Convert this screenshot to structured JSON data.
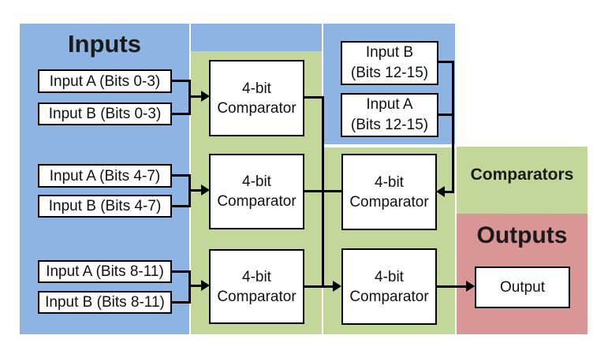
{
  "titles": {
    "inputs": "Inputs",
    "comparators": "Comparators",
    "outputs": "Outputs"
  },
  "colors": {
    "inputs_region": "#8DB4E2",
    "comparators_region": "#C4D79B",
    "outputs_region": "#D99694",
    "box_fill": "#FFFFFF",
    "line": "#000000"
  },
  "left_inputs": [
    {
      "label": "Input A (Bits 0-3)"
    },
    {
      "label": "Input B (Bits 0-3)"
    },
    {
      "label": "Input A (Bits 4-7)"
    },
    {
      "label": "Input B (Bits 4-7)"
    },
    {
      "label": "Input A (Bits 8-11)"
    },
    {
      "label": "Input B (Bits 8-11)"
    }
  ],
  "top_right_inputs": [
    {
      "line1": "Input B",
      "line2": "(Bits 12-15)"
    },
    {
      "line1": "Input A",
      "line2": "(Bits 12-15)"
    }
  ],
  "comparators": [
    {
      "line1": "4-bit",
      "line2": "Comparator"
    },
    {
      "line1": "4-bit",
      "line2": "Comparator"
    },
    {
      "line1": "4-bit",
      "line2": "Comparator"
    },
    {
      "line1": "4-bit",
      "line2": "Comparator"
    },
    {
      "line1": "4-bit",
      "line2": "Comparator"
    }
  ],
  "output_box": {
    "label": "Output"
  }
}
